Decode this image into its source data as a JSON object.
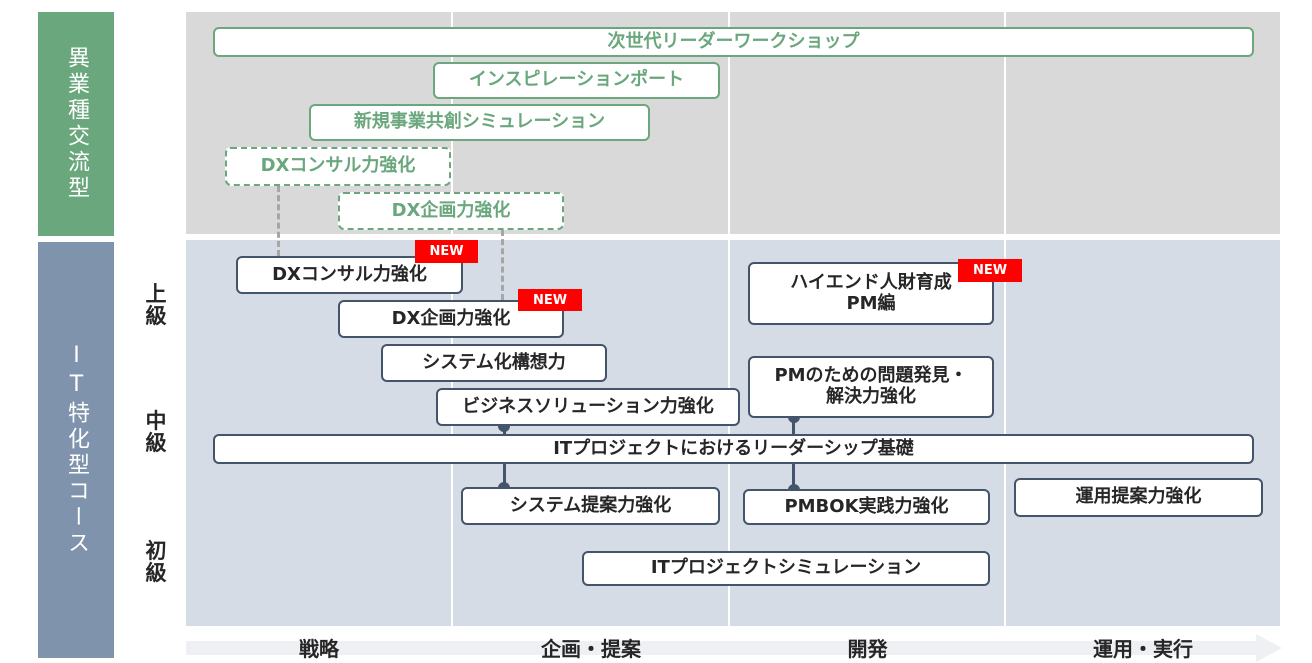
{
  "sidebar": {
    "top_label": "異業種交流型",
    "bottom_label": "IT特化型コース"
  },
  "levels": {
    "upper": "上級",
    "middle": "中級",
    "beginner": "初級"
  },
  "phases": [
    "戦略",
    "企画・提案",
    "開発",
    "運用・実行"
  ],
  "courses": {
    "next_gen_leader": "次世代リーダーワークショップ",
    "inspiration_port": "インスピレーションポート",
    "new_biz_sim": "新規事業共創シミュレーション",
    "dx_consul_cross": "DXコンサル力強化",
    "dx_plan_cross": "DX企画力強化",
    "dx_consul": "DXコンサル力強化",
    "dx_plan": "DX企画力強化",
    "system_concept": "システム化構想力",
    "biz_solution": "ビジネスソリューション力強化",
    "it_project_leader": "ITプロジェクトにおけるリーダーシップ基礎",
    "system_proposal": "システム提案力強化",
    "high_end_pm": "ハイエンド人財育成\nPM編",
    "pm_problem": "PMのための問題発見・\n解決力強化",
    "pmbok": "PMBOK実践力強化",
    "ops_proposal": "運用提案力強化",
    "it_project_sim": "ITプロジェクトシミュレーション"
  },
  "badges": {
    "new": "NEW"
  },
  "colors": {
    "green": "#6aa77d",
    "steel": "#8093ad",
    "top_panel": "#d9d9d9",
    "bottom_panel": "#d6dce5",
    "box_border": "#44546a",
    "new_badge": "#ff0000"
  }
}
